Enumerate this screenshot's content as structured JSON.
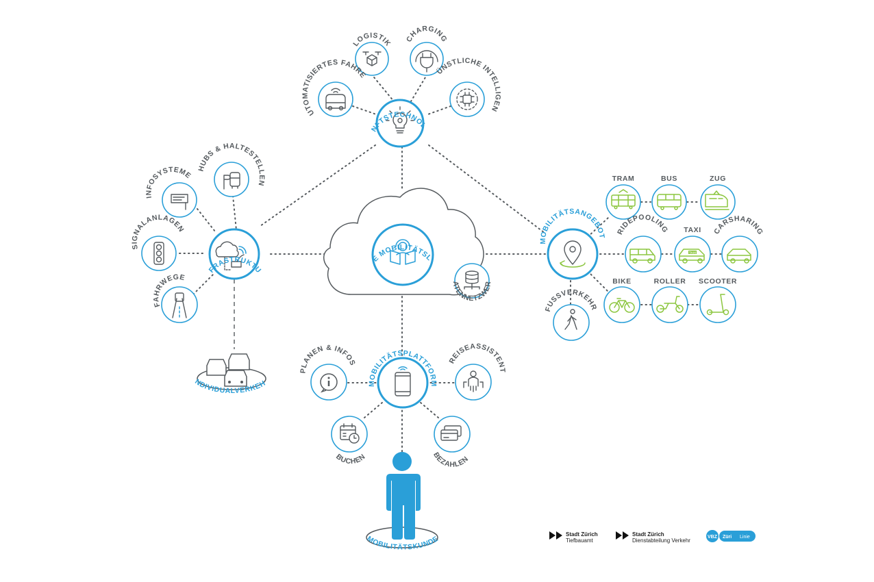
{
  "central": {
    "title": "VERNETZTE MOBILITÄTSLEITSTELLE",
    "sub": "DATENNETZWERK"
  },
  "hubs": {
    "future": "ZUKUNFTSTECHNOLOGIEN",
    "infra": "VERNETZTE INFRASTRUKTUR / SENSOREN",
    "offers": "MOBILITÄTSANGEBOTE",
    "platform": "MOBILITÄTSPLATTFORM"
  },
  "future_nodes": [
    "LOGISTIK",
    "CHARGING",
    "AUTOMATISIERTES FAHREN",
    "KÜNSTLICHE INTELLIGENZ"
  ],
  "infra_nodes": [
    "HUBS & HALTESTELLEN",
    "INFOSYSTEME",
    "SIGNALANLAGEN",
    "FAHRWEGE"
  ],
  "individual": "INDIVIDUALVERKEHR",
  "offer_nodes": [
    "TRAM",
    "BUS",
    "ZUG",
    "RIDEPOOLING",
    "TAXI",
    "CARSHARING",
    "BIKE",
    "ROLLER",
    "SCOOTER",
    "FUSSVERKEHR"
  ],
  "platform_nodes": [
    "PLANEN & INFOS",
    "REISEASSISTENT",
    "BUCHEN",
    "BEZAHLEN"
  ],
  "customer": "MOBILITÄTSKUNDE",
  "taxi_sign": "TAXI",
  "logos": {
    "l1_name": "Stadt Zürich",
    "l1_dept": "Tiefbauamt",
    "l2_name": "Stadt Zürich",
    "l2_dept": "Dienstabteilung Verkehr",
    "vbz": "VBZ",
    "zl": "Züri",
    "zl2": "Linie"
  },
  "colors": {
    "blue": "#2a9fd8",
    "gray": "#555a5e",
    "green": "#8cc63f"
  }
}
